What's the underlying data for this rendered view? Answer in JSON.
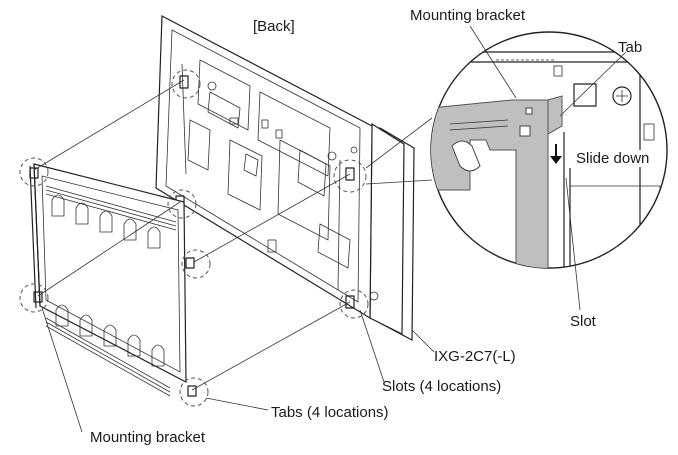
{
  "labels": {
    "back": "[Back]",
    "mounting_bracket_top": "Mounting bracket",
    "tab": "Tab",
    "slide_down": "Slide down",
    "slot": "Slot",
    "model": "IXG-2C7(-L)",
    "slots_locations": "Slots (4 locations)",
    "tabs_locations": "Tabs (4 locations)",
    "mounting_bracket_bottom": "Mounting bracket"
  },
  "colors": {
    "line": "#222222",
    "bracket_fill": "#bfbfbf",
    "background": "#ffffff"
  }
}
